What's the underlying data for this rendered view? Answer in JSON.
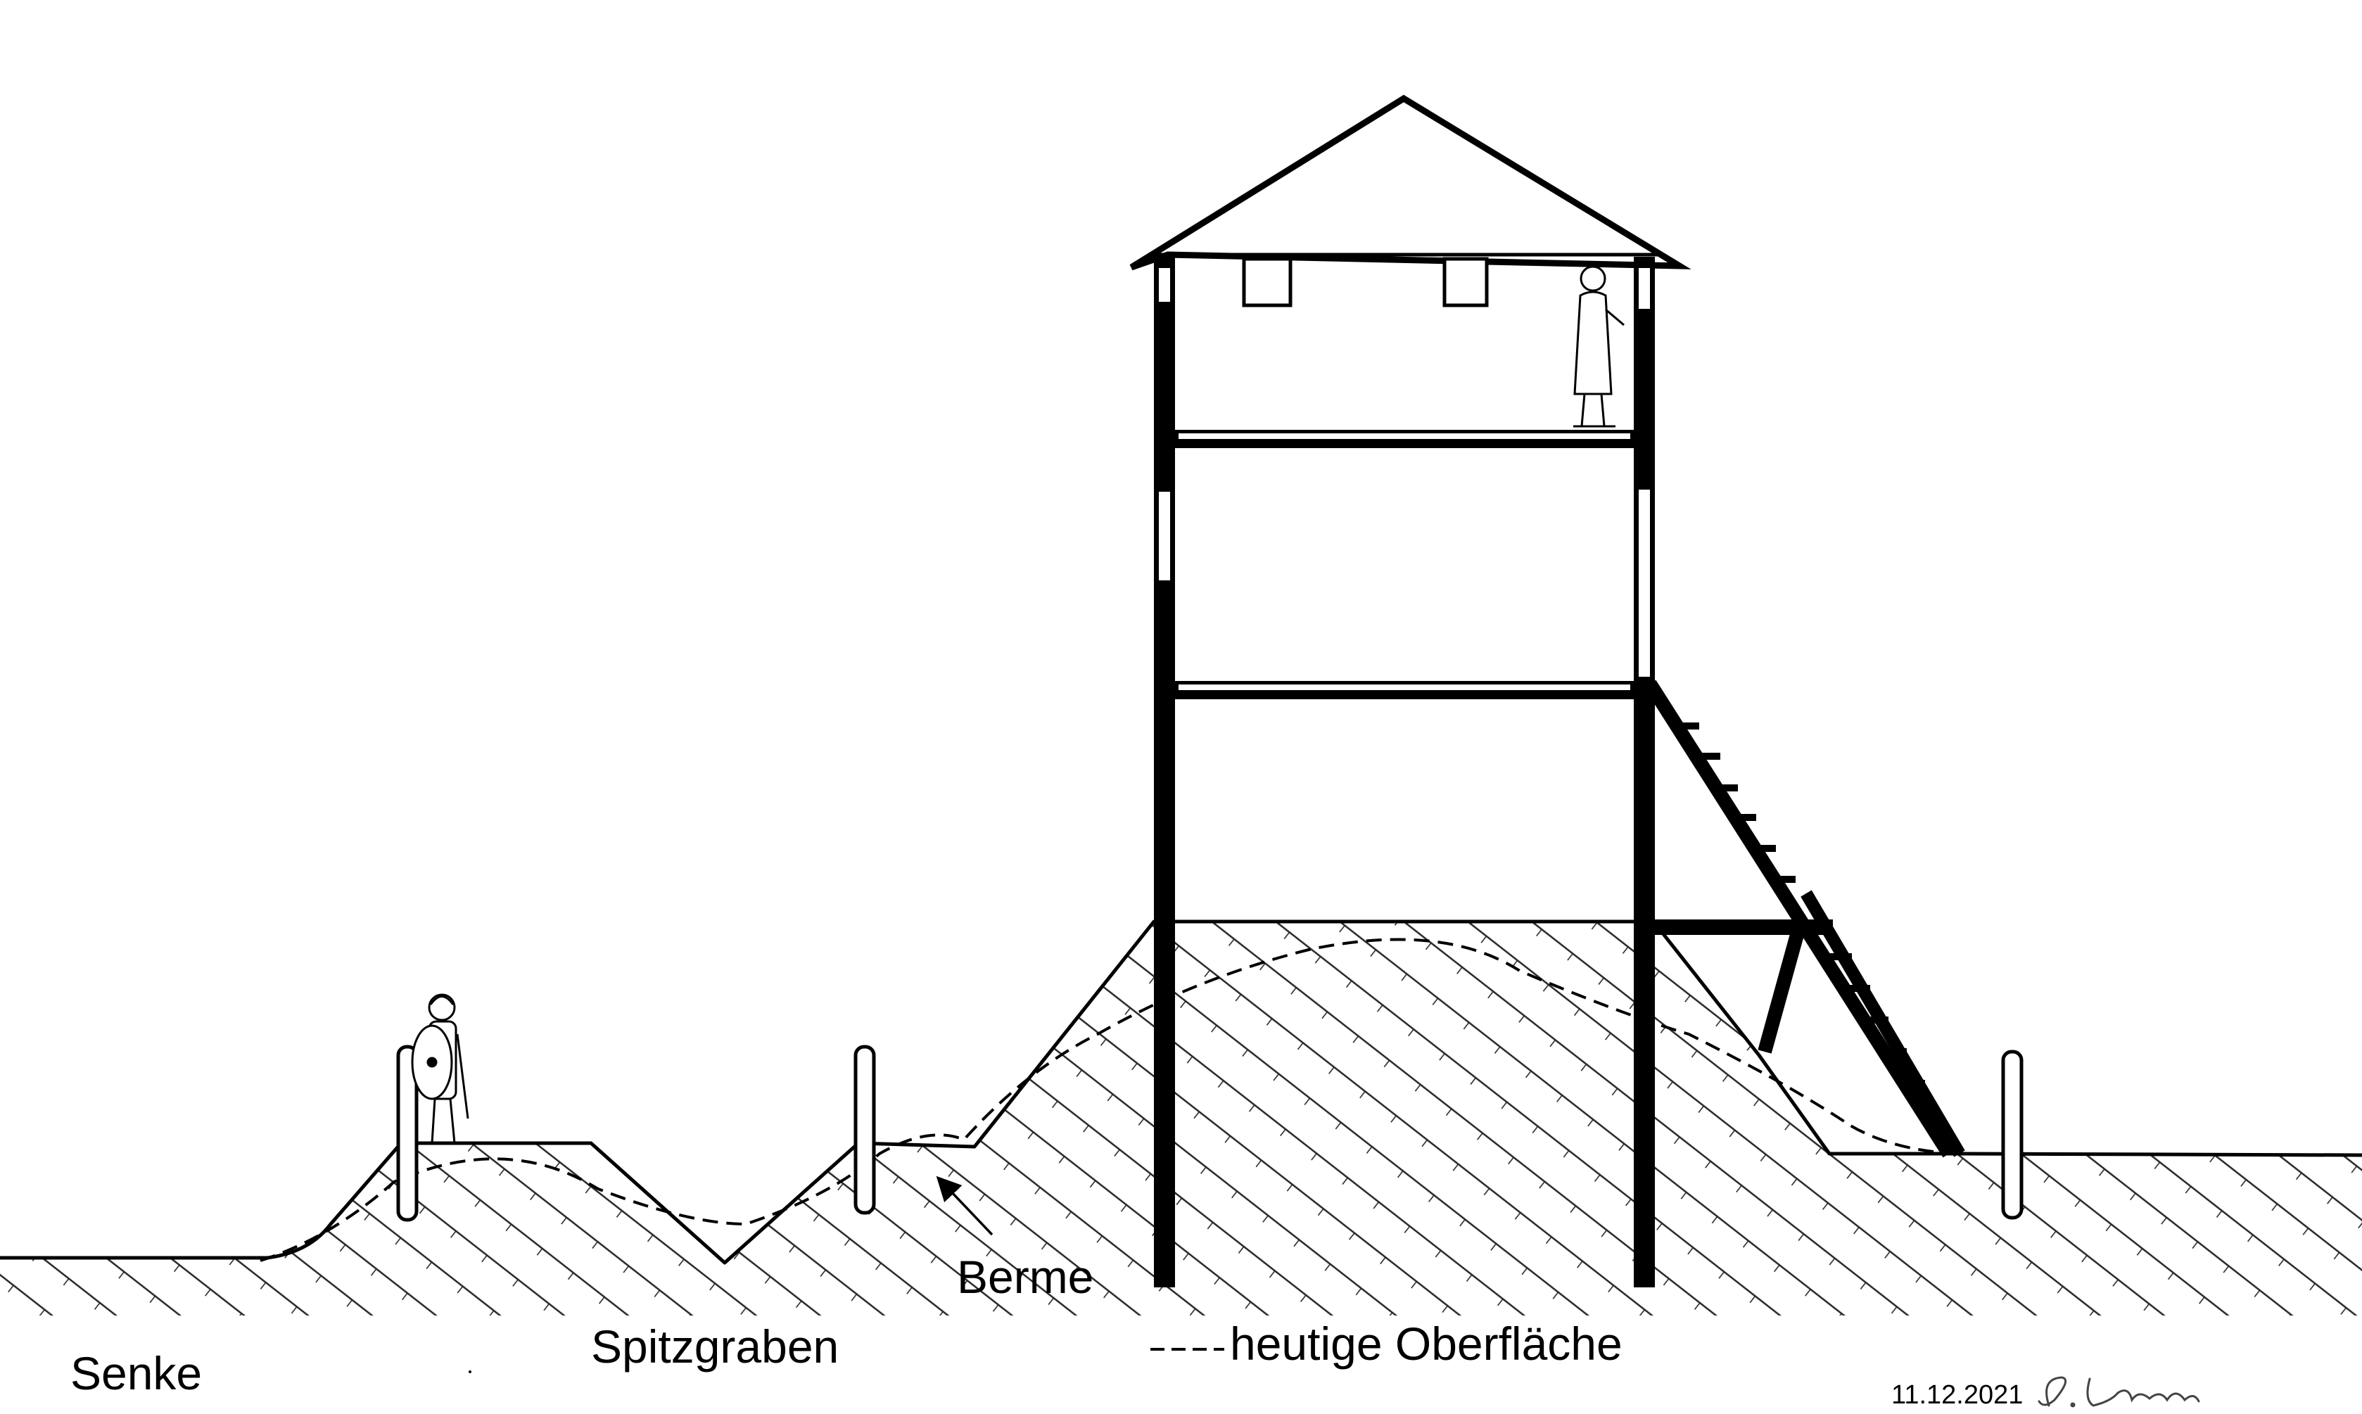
{
  "labels": {
    "senke": "Senke",
    "spitzgraben": "Spitzgraben",
    "berme": "Berme",
    "surface": "heutige Oberfläche",
    "date": "11.12.2021"
  },
  "signature": "S. Lasche"
}
